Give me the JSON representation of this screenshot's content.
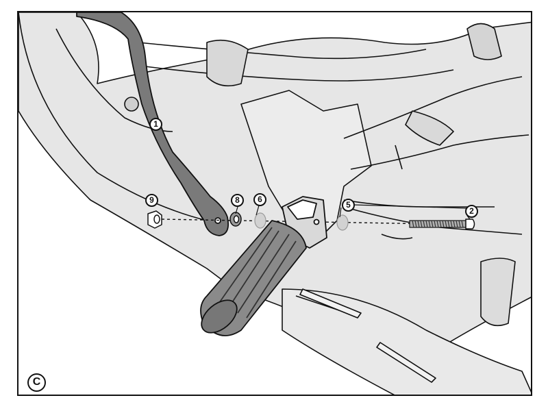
{
  "diagram": {
    "panel_label": "C",
    "callouts": [
      {
        "id": "1",
        "label": "1",
        "part": "bar"
      },
      {
        "id": "2",
        "label": "2",
        "part": "screw"
      },
      {
        "id": "5",
        "label": "5",
        "part": "spacer"
      },
      {
        "id": "6",
        "label": "6",
        "part": "spacer"
      },
      {
        "id": "8",
        "label": "8",
        "part": "washer"
      },
      {
        "id": "9",
        "label": "9",
        "part": "nut"
      }
    ],
    "colors": {
      "line": "#111111",
      "body_fill": "#e6e6e6",
      "bar_fill": "#7a7a7a",
      "peg_fill": "#8a8a8a",
      "spacer_fill": "#d2d2d2"
    }
  }
}
